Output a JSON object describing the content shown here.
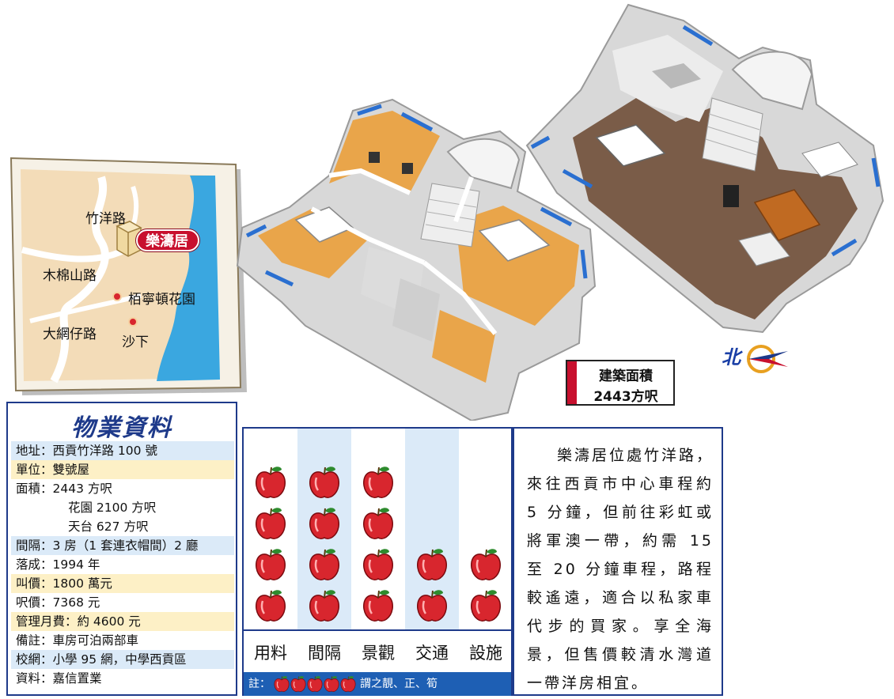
{
  "map": {
    "labels": {
      "road_chukyeung": "竹洋路",
      "road_mukmin": "木棉山路",
      "road_taimong": "大網仔路",
      "estate_pak": "栢寧頓花園",
      "village_shaha": "沙下"
    },
    "property_name": "樂濤居",
    "colors": {
      "land": "#f3dcb8",
      "sea": "#3aa7e0",
      "card": "#ffffff",
      "highlight": "#c8102e"
    }
  },
  "floor_plans": {
    "left_description": "3-bedroom upper floor",
    "right_description": "living and dining floor"
  },
  "area_badge": {
    "line1": "建築面積",
    "line2": "2443方呎"
  },
  "compass": {
    "north_label": "北"
  },
  "info_panel": {
    "title": "物業資料",
    "rows": [
      {
        "text": "地址：西貢竹洋路 100 號",
        "style": "blue"
      },
      {
        "text": "單位：雙號屋",
        "style": "hl"
      },
      {
        "text": "面積：2443 方呎",
        "style": ""
      },
      {
        "text": "花園 2100 方呎",
        "style": "cont"
      },
      {
        "text": "天台 627 方呎",
        "style": "cont"
      },
      {
        "text": "間隔：3 房（1 套連衣帽間）2 廳",
        "style": "blue"
      },
      {
        "text": "落成：1994 年",
        "style": ""
      },
      {
        "text": "叫價：1800 萬元",
        "style": "hl"
      },
      {
        "text": "呎價：7368 元",
        "style": ""
      },
      {
        "text": "管理月費：約 4600 元",
        "style": "hl"
      },
      {
        "text": "備註：車房可泊兩部車",
        "style": ""
      },
      {
        "text": "校網：小學 95 網，中學西貢區",
        "style": "blue"
      },
      {
        "text": "資料：嘉信置業",
        "style": ""
      }
    ]
  },
  "rating": {
    "categories": [
      {
        "label": "用料",
        "apples": 4
      },
      {
        "label": "間隔",
        "apples": 4
      },
      {
        "label": "景觀",
        "apples": 4
      },
      {
        "label": "交通",
        "apples": 2
      },
      {
        "label": "設施",
        "apples": 2
      }
    ],
    "note_prefix": "註：",
    "note_suffix": "謂之靚、正、筍",
    "colors": {
      "apple": "#d8262e",
      "leaf": "#2e8b2e",
      "note_bg": "#1e5fb4"
    }
  },
  "description": {
    "text": "樂濤居位處竹洋路，來往西貢市中心車程約 5 分鐘，但前往彩虹或將軍澳一帶，約需 15 至 20 分鐘車程，路程較遙遠，適合以私家車代步的買家。享全海景，但售價較清水灣道一帶洋房相宜。"
  }
}
